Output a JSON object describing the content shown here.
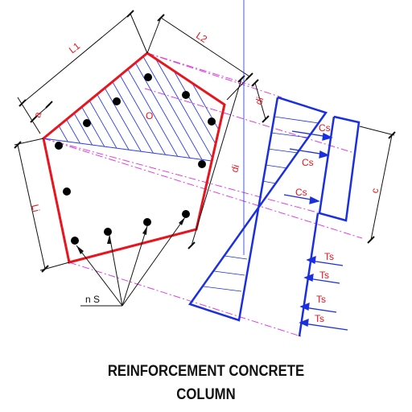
{
  "labels": {
    "L1": "L1",
    "L2": "L2",
    "a": "a",
    "Li": "Li",
    "O": "O",
    "di_small": "di",
    "di_big": "di",
    "c": "c",
    "Cs": "Cs",
    "Ts": "Ts",
    "nS": "n S"
  },
  "caption": {
    "line1": "REINFORCEMENT CONCRETE",
    "line2": "COLUMN"
  },
  "colors": {
    "section": "#e8141e",
    "stress": "#1a2fe0",
    "projection": "#e040e0",
    "dimension": "#111111",
    "hatch": "#2a3be8"
  }
}
